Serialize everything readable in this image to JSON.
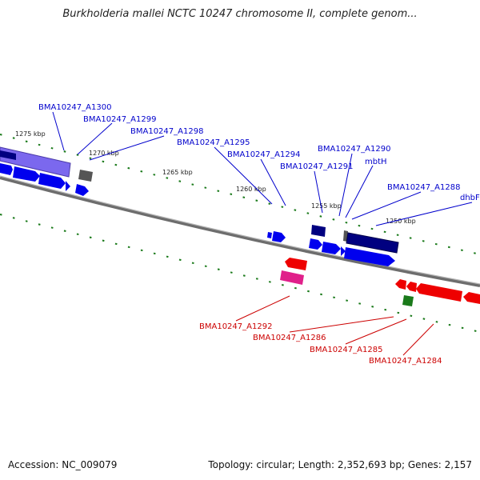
{
  "title": "Burkholderia mallei NCTC 10247 chromosome II, complete genom...",
  "accession": "Accession: NC_009079",
  "summary": "Topology: circular; Length: 2,352,693 bp; Genes: 2,157",
  "colors": {
    "backbone": "#8c8c8c",
    "forward_gene": "#0000ee",
    "forward_label": "#0000cc",
    "reverse_gene": "#ee0000",
    "reverse_label": "#cc0000",
    "navy_gene": "#000080",
    "purple_gene": "#7b68ee",
    "gray_gene": "#555555",
    "pink_gene": "#e0208a",
    "green_gene": "#1a7a1a",
    "tick": "#1a7a1a"
  },
  "ticks": [
    "1275 kbp",
    "1270 kbp",
    "1265 kbp",
    "1260 kbp",
    "1255 kbp",
    "1250 kbp"
  ],
  "forward_labels": [
    "BMA10247_A1300",
    "BMA10247_A1299",
    "BMA10247_A1298",
    "BMA10247_A1295",
    "BMA10247_A1294",
    "BMA10247_A1291",
    "BMA10247_A1290",
    "mbtH",
    "BMA10247_A1288",
    "dhbF"
  ],
  "reverse_labels": [
    "BMA10247_A1292",
    "BMA10247_A1286",
    "BMA10247_A1285",
    "BMA10247_A1284"
  ]
}
